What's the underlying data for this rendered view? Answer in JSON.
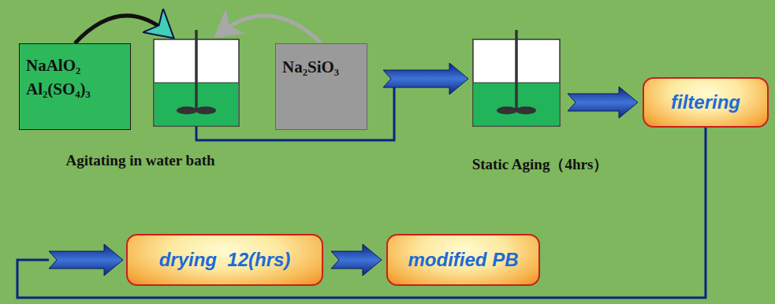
{
  "diagram": {
    "nodes": [
      {
        "text": [
          "NaAlO₂",
          "Al₂(SO₄)₃"
        ]
      },
      {
        "text": [
          "Agitating in water bath"
        ]
      },
      {
        "text": [
          "Na₂SiO₃"
        ]
      },
      {
        "text": [
          "Static Aging（4hrs）"
        ]
      },
      {
        "text": [
          "filtering"
        ]
      },
      {
        "text": [
          "drying  12(hrs)"
        ]
      },
      {
        "text": [
          "modified PB"
        ]
      }
    ],
    "edges": [
      {
        "from": 0,
        "to": 1,
        "arrow": "to"
      },
      {
        "from": 2,
        "to": 1,
        "arrow": "to"
      },
      {
        "from": 1,
        "to": 3,
        "arrow": "to"
      },
      {
        "from": 3,
        "to": 4,
        "arrow": "to"
      },
      {
        "from": 4,
        "to": 5,
        "arrow": "to"
      },
      {
        "from": 5,
        "to": 6,
        "arrow": "to"
      }
    ]
  }
}
